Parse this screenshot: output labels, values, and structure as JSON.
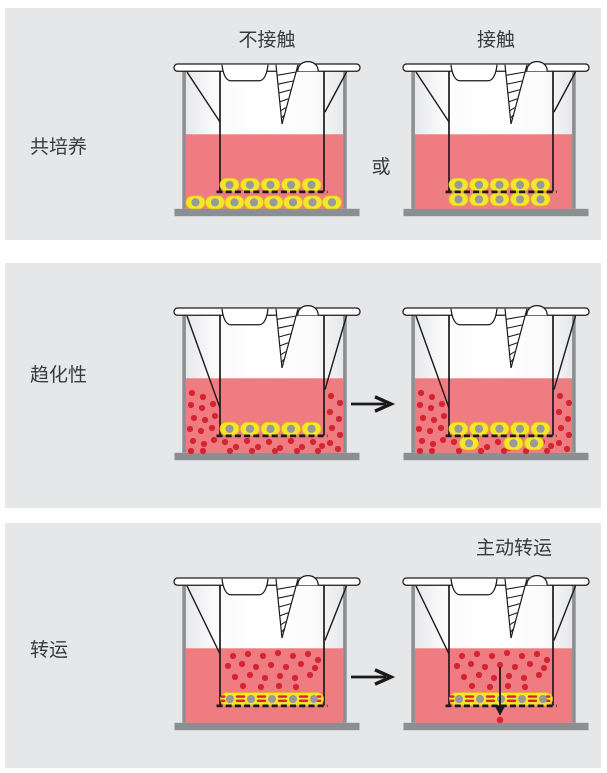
{
  "panels": [
    {
      "id": "co-culture",
      "label": "共培养",
      "headers": [
        "不接触",
        "接触"
      ],
      "connector_label": "或",
      "wells": [
        "noncontact-coculture",
        "contact-coculture"
      ]
    },
    {
      "id": "chemotaxis",
      "label": "趋化性",
      "wells": [
        "chemotaxis-before",
        "chemotaxis-after"
      ]
    },
    {
      "id": "transport",
      "label": "转运",
      "header_right": "主动转运",
      "wells": [
        "transport-before",
        "transport-after"
      ]
    }
  ],
  "colors": {
    "page_background": "#ffffff",
    "panel_background": "#e6e7e9",
    "text": "#3a3a3a",
    "medium_pink": "#ee7c80",
    "molecule_red": "#d42532",
    "cell_yellow": "#f6e62a",
    "cell_edge": "#e0c020",
    "nucleus_gray": "#98999c",
    "well_gray": "#8c8f92",
    "outline_black": "#1a1a1a"
  }
}
